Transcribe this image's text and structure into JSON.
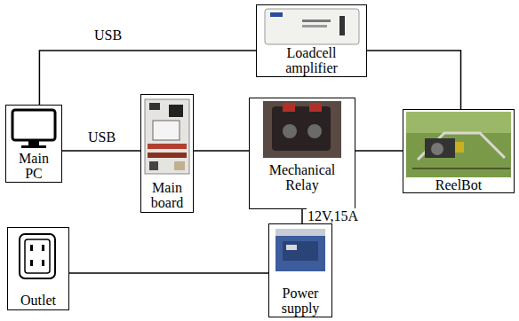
{
  "diagram": {
    "nodes": [
      {
        "text": [
          "Loadcell amplifier"
        ]
      },
      {
        "text": [
          "Main PC"
        ]
      },
      {
        "text": [
          "Main board"
        ]
      },
      {
        "text": [
          "Mechanical Relay"
        ]
      },
      {
        "text": [
          "ReelBot"
        ]
      },
      {
        "text": [
          "Outlet"
        ]
      },
      {
        "text": [
          "Power supply"
        ]
      }
    ],
    "edges": [
      {
        "from": 1,
        "to": 0,
        "arrow": "none",
        "label": "USB"
      },
      {
        "from": 0,
        "to": 4,
        "arrow": "none"
      },
      {
        "from": 1,
        "to": 2,
        "arrow": "none",
        "label": "USB"
      },
      {
        "from": 2,
        "to": 3,
        "arrow": "none"
      },
      {
        "from": 3,
        "to": 4,
        "arrow": "none"
      },
      {
        "from": 3,
        "to": 6,
        "arrow": "none",
        "label": "12V,15A"
      },
      {
        "from": 5,
        "to": 6,
        "arrow": "none"
      }
    ]
  }
}
